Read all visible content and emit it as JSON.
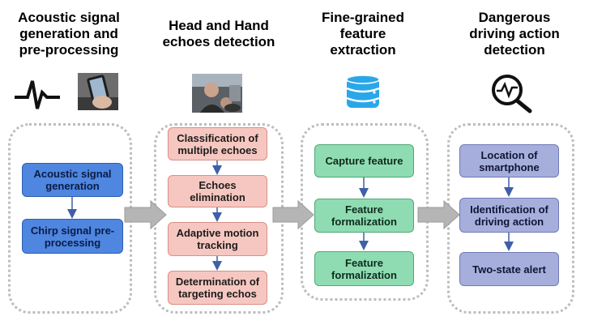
{
  "stages": [
    {
      "title": "Acoustic signal\ngeneration and\npre-processing",
      "steps": [
        "Acoustic signal\ngeneration",
        "Chirp signal pre-\nprocessing"
      ]
    },
    {
      "title": "Head and Hand\nechoes detection",
      "steps": [
        "Classification of\nmultiple echoes",
        "Echoes\nelimination",
        "Adaptive motion\ntracking",
        "Determination of\ntargeting echos"
      ]
    },
    {
      "title": "Fine-grained\nfeature\nextraction",
      "steps": [
        "Capture feature",
        "Feature\nformalization",
        "Feature\nformalization"
      ]
    },
    {
      "title": "Dangerous\ndriving action\ndetection",
      "steps": [
        "Location of\nsmartphone",
        "Identification of\ndriving action",
        "Two-state alert"
      ]
    }
  ],
  "icons": {
    "stage1": [
      "heartbeat-waveform-icon",
      "phone-in-car-mount-photo"
    ],
    "stage2": [
      "driver-using-phone-photo"
    ],
    "stage3": [
      "database-icon"
    ],
    "stage4": [
      "signal-magnifier-icon"
    ]
  },
  "colors": {
    "blue": "#4e86e0",
    "pink": "#f6c7c0",
    "green": "#8fdcb2",
    "purple": "#a6afdc",
    "panel_border": "#bdbdbd",
    "arrow_fill": "#b5b5b5",
    "connector": "#3f5fa8"
  }
}
